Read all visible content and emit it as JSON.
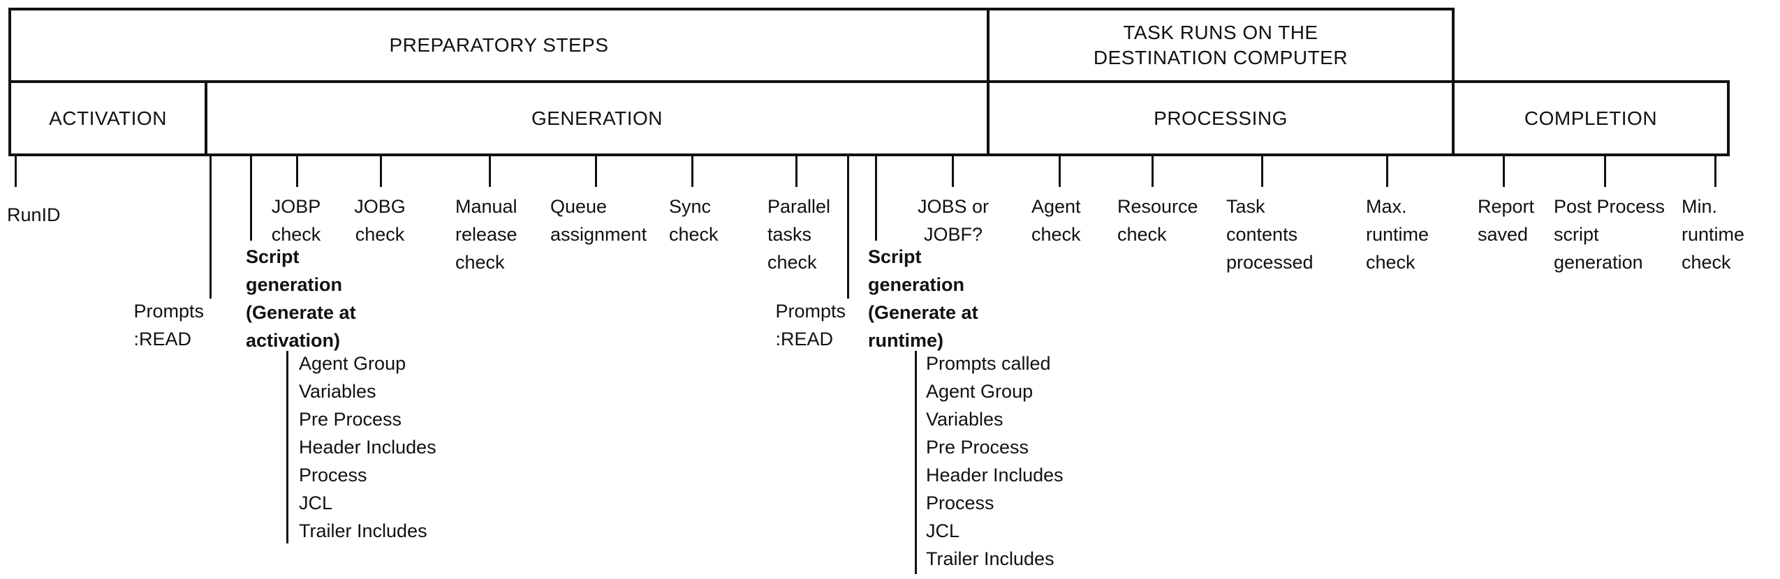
{
  "title_row": {
    "preparatory_steps": "PREPARATORY STEPS",
    "task_runs": "TASK RUNS ON THE\nDESTINATION COMPUTER"
  },
  "phase_row": {
    "activation": "ACTIVATION",
    "generation": "GENERATION",
    "processing": "PROCESSING",
    "completion": "COMPLETION"
  },
  "steps": {
    "runid": "RunID",
    "prompts_read_activation": "Prompts\n:READ",
    "script_generation_activation": "Script\ngeneration\n(Generate at\nactivation)",
    "script_generation_activation_items": [
      "Agent Group",
      "Variables",
      "Pre Process",
      "Header Includes",
      "Process",
      "JCL",
      "Trailer Includes"
    ],
    "jobp_check": "JOBP\ncheck",
    "jobg_check": "JOBG\ncheck",
    "manual_release_check": "Manual\nrelease\ncheck",
    "queue_assignment": "Queue\nassignment",
    "sync_check": "Sync\ncheck",
    "parallel_tasks_check": "Parallel\ntasks\ncheck",
    "prompts_read_generation": "Prompts\n:READ",
    "script_generation_runtime": "Script\ngeneration\n(Generate at\nruntime)",
    "script_generation_runtime_items": [
      "Prompts called",
      "Agent Group",
      "Variables",
      "Pre Process",
      "Header Includes",
      "Process",
      "JCL",
      "Trailer Includes"
    ],
    "jobs_or_jobf": "JOBS or\nJOBF?",
    "agent_check": "Agent\ncheck",
    "resource_check": "Resource\ncheck",
    "task_contents_processed": "Task\ncontents\nprocessed",
    "max_runtime_check": "Max.\nruntime\ncheck",
    "report_saved": "Report\nsaved",
    "post_process_script_generation": "Post Process\nscript\ngeneration",
    "min_runtime_check": "Min.\nruntime\ncheck"
  },
  "colors": {
    "line": "#111111",
    "text": "#111111",
    "background": "#ffffff"
  }
}
